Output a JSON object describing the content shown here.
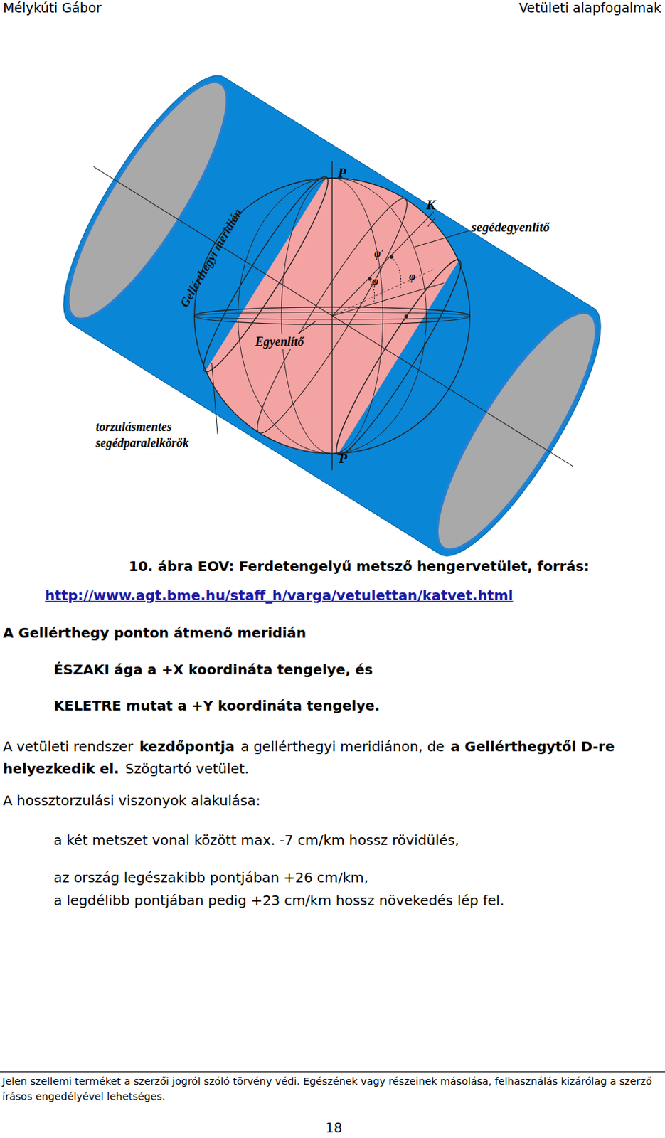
{
  "diagram": {
    "caption": "10. ábra EOV: Ferdetengelyű metsző hengervetület, forrás:",
    "labels": [
      "Mélykúti Gábor",
      "Vetületi alapfogalmak",
      "Gellérthegyi meridián",
      "P",
      "K",
      "segédegyenlítő",
      "φ'",
      "φ",
      "φ",
      "Egyenlítő",
      "torzulásmentes segédparalelkörök",
      "P",
      "http://www.agt.bme.hu/staff_h/varga/vetulettan/katvet.html",
      "A Gellérthegy ponton átmenő meridián",
      "ÉSZAKI ága a +X koordináta tengelye, és",
      "KELETRE mutat a +Y koordináta tengelye.",
      "A vetületi rendszer",
      "kezdőpontja",
      "a gellérthegyi meridiánon, de",
      "a Gellérthegytől D-re helyezkedik el.",
      "Szögtartó vetület.",
      "A hossztorzulási viszonyok alakulása:",
      "a két metszet vonal között max. -7 cm/km hossz rövidülés,",
      "az ország legészakibb pontjában +26 cm/km,",
      "a legdélibb pontjában pedig +23 cm/km hossz növekedés lép fel.",
      "Jelen szellemi terméket a szerzői jogról szóló törvény védi. Egészének vagy részeinek másolása, felhasználás kizárólag a szerző írásos engedélyével lehetséges.",
      "18"
    ]
  }
}
